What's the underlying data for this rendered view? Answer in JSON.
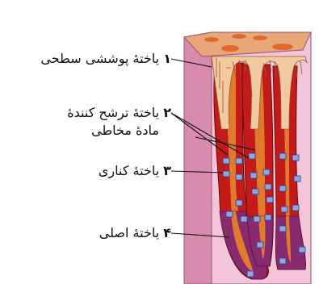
{
  "labels": [
    {
      "number": "۱",
      "text": "یاختهٔ پوششی سطحی"
    },
    {
      "number": "۲",
      "text": "یاختهٔ ترشح کنندهٔ",
      "text2": "مادهٔ مخاطی"
    },
    {
      "number": "۳",
      "text": "یاختهٔ کناری"
    },
    {
      "number": "۴",
      "text": "یاختهٔ اصلی"
    }
  ],
  "colors": {
    "outer_wall": "#d98bad",
    "outer_wall_dark": "#b8648c",
    "top_surface": "#e8a777",
    "top_spots": "#e06a2c",
    "lamina": "#f2c6d8",
    "gland_core": "#e07b2e",
    "surface_cells": "#f3c9a0",
    "surface_cell_stroke": "#8a5a3a",
    "mucous_cells": "#c41a1a",
    "parietal_cells": "#8fa6e0",
    "chief_cells": "#8a2a6e",
    "leader_line": "#111111"
  },
  "icons": [
    "gastric-gland-block"
  ]
}
